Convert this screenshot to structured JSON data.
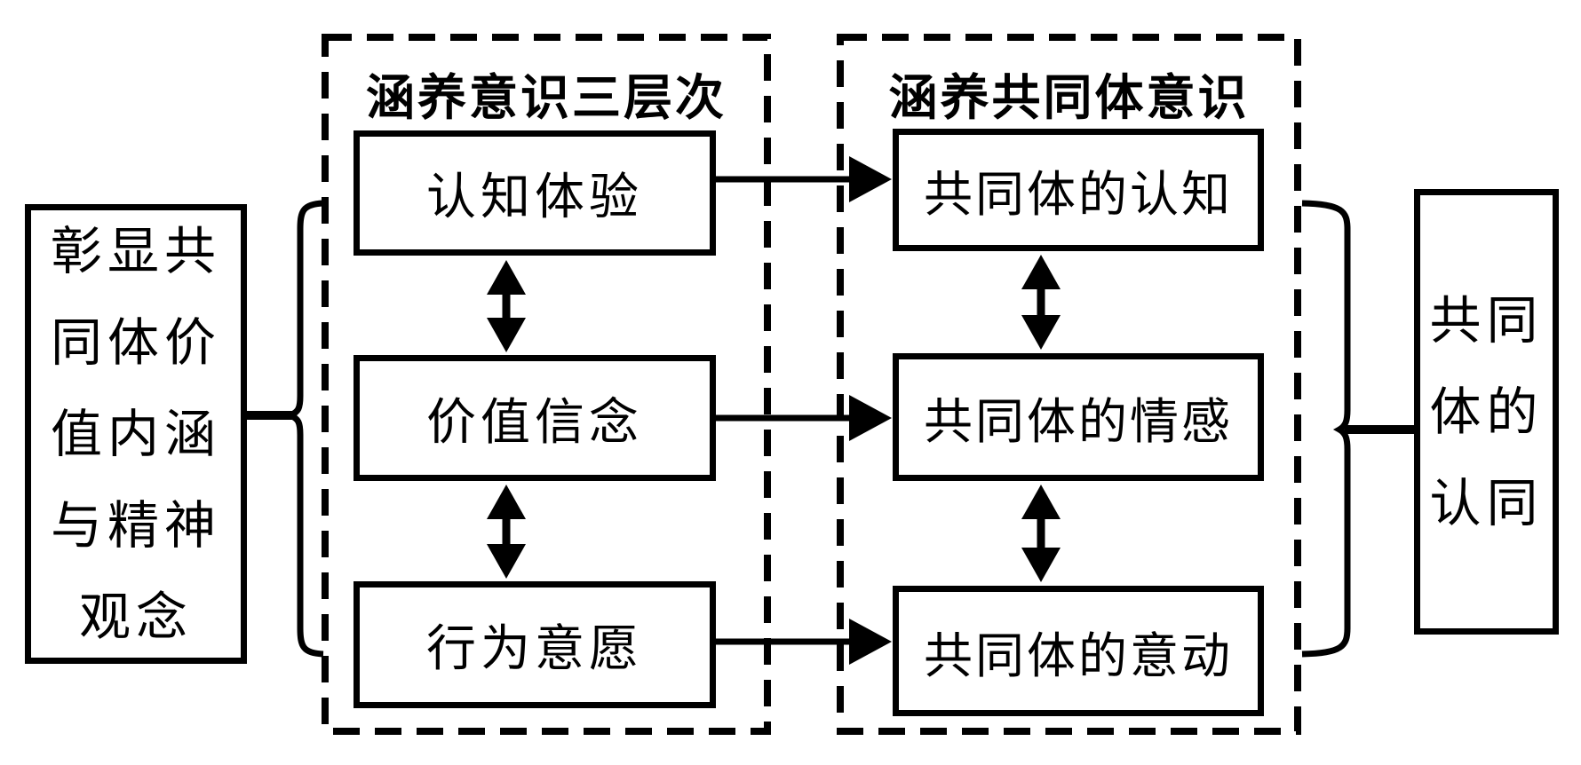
{
  "diagram": {
    "colors": {
      "line": "#000000",
      "background": "#ffffff"
    },
    "left_box": {
      "label": "彰显共同体价值内涵与精神观念",
      "lines": [
        "彰显共",
        "同体价",
        "值内涵",
        "与精神",
        "观念"
      ]
    },
    "middle_container": {
      "title": "涵养意识三层次",
      "boxes": [
        {
          "label": "认知体验"
        },
        {
          "label": "价值信念"
        },
        {
          "label": "行为意愿"
        }
      ]
    },
    "right_container": {
      "title": "涵养共同体意识",
      "boxes": [
        {
          "label": "共同体的认知"
        },
        {
          "label": "共同体的情感"
        },
        {
          "label": "共同体的意动"
        }
      ]
    },
    "right_box": {
      "label": "共同体的认同",
      "lines": [
        "共同",
        "体的",
        "认同"
      ]
    }
  }
}
